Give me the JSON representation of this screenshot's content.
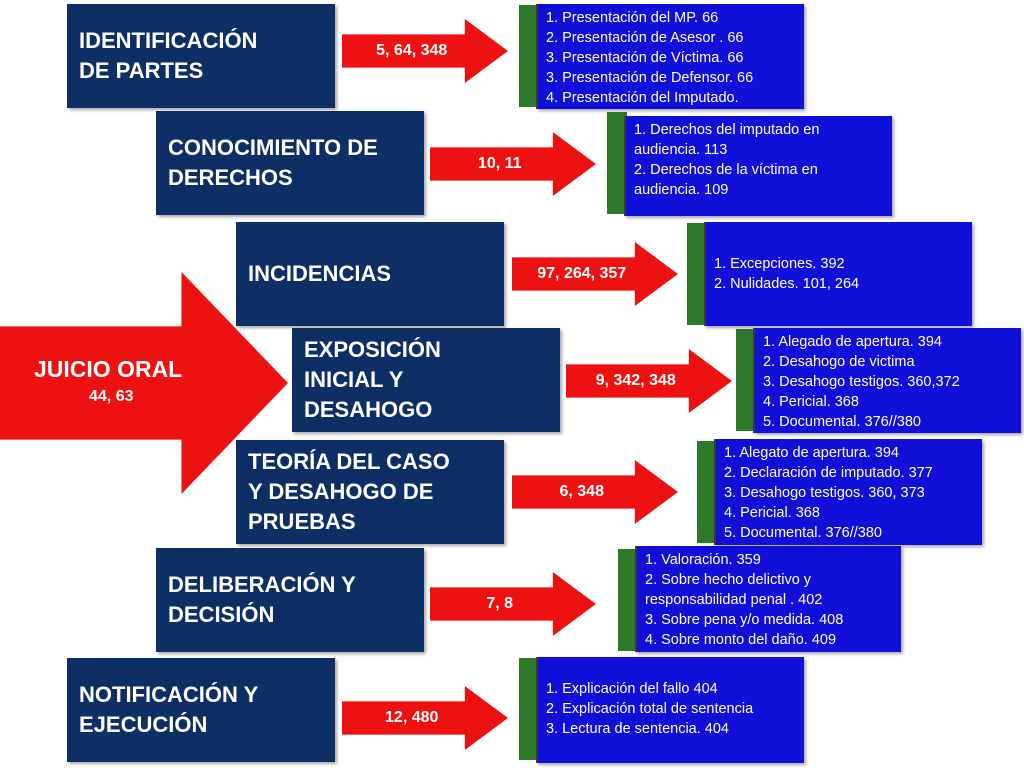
{
  "main": {
    "title": "JUICIO ORAL",
    "articles": "44, 63"
  },
  "stages": [
    {
      "title": "IDENTIFICACIÓN\nDE PARTES",
      "articles": "5, 64, 348",
      "items": [
        "1. Presentación del MP. 66",
        "2. Presentación de Asesor . 66",
        "3. Presentación de Víctima. 66",
        "3. Presentación de Defensor. 66",
        "4. Presentación del Imputado."
      ]
    },
    {
      "title": "CONOCIMIENTO DE\nDERECHOS",
      "articles": "10, 11",
      "items": [
        "1. Derechos del imputado en audiencia. 113",
        "2. Derechos de la víctima en audiencia. 109"
      ]
    },
    {
      "title": "INCIDENCIAS",
      "articles": "97, 264, 357",
      "items": [
        "1. Excepciones. 392",
        "2. Nulidades. 101, 264"
      ]
    },
    {
      "title": "EXPOSICIÓN\nINICIAL Y\nDESAHOGO",
      "articles": "9, 342, 348",
      "items": [
        "1. Alegado de apertura. 394",
        "2. Desahogo de victima",
        "3. Desahogo testigos. 360,372",
        "4. Pericial. 368",
        "5. Documental. 376//380"
      ]
    },
    {
      "title": "TEORÍA DEL CASO\nY DESAHOGO DE\nPRUEBAS",
      "articles": "6, 348",
      "items": [
        "1. Alegato de apertura. 394",
        "2. Declaración de imputado. 377",
        "3. Desahogo testigos. 360, 373",
        "4. Pericial. 368",
        "5. Documental. 376//380"
      ]
    },
    {
      "title": "DELIBERACIÓN Y\nDECISIÓN",
      "articles": "7, 8",
      "items": [
        "1. Valoración. 359",
        "2. Sobre hecho delictivo y responsabilidad penal .  402",
        "3. Sobre pena y/o medida. 408",
        "4. Sobre monto del daño. 409"
      ]
    },
    {
      "title": "NOTIFICACIÓN Y\nEJECUCIÓN",
      "articles": "12, 480",
      "items": [
        "1. Explicación del fallo 404",
        "2. Explicación total de sentencia",
        "3. Lectura de sentencia. 404"
      ]
    }
  ],
  "colors": {
    "stage_box": "#0e2f66",
    "arrow": "#ee1111",
    "detail_box": "#1010d8",
    "tab": "#2f7a2a",
    "text": "#ffffff"
  }
}
